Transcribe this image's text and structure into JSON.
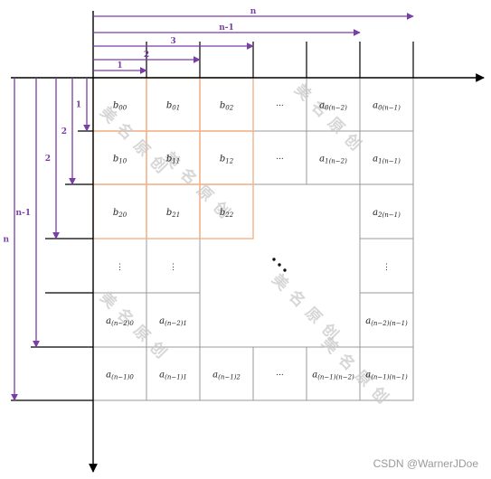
{
  "watermark": "CSDN @WarnerJDoe",
  "colors": {
    "dimension": "#7a3fa6",
    "highlight": "#f2b28c",
    "grid": "#999999",
    "axis": "#000000"
  },
  "top_dims": [
    "1",
    "2",
    "3",
    "n-1",
    "n"
  ],
  "left_dims": [
    "1",
    "2",
    "2",
    "n-1",
    "n"
  ],
  "stamp_text": [
    "美",
    "名",
    "原",
    "创"
  ],
  "matrix": [
    [
      {
        "m": "b",
        "s": "00"
      },
      {
        "m": "b",
        "s": "01"
      },
      {
        "m": "b",
        "s": "02"
      },
      {
        "t": "···"
      },
      {
        "m": "a",
        "s": "0(n−2)"
      },
      {
        "m": "a",
        "s": "0(n−1)"
      }
    ],
    [
      {
        "m": "b",
        "s": "10"
      },
      {
        "m": "b",
        "s": "11"
      },
      {
        "m": "b",
        "s": "12"
      },
      {
        "t": "···"
      },
      {
        "m": "a",
        "s": "1(n−2)"
      },
      {
        "m": "a",
        "s": "1(n−1)"
      }
    ],
    [
      {
        "m": "b",
        "s": "20"
      },
      {
        "m": "b",
        "s": "21"
      },
      {
        "m": "b",
        "s": "22"
      },
      null,
      null,
      {
        "m": "a",
        "s": "2(n−1)"
      }
    ],
    [
      {
        "t": "⋮"
      },
      {
        "t": "⋮"
      },
      null,
      null,
      null,
      {
        "t": "⋮"
      }
    ],
    [
      {
        "m": "a",
        "s": "(n−2)0"
      },
      {
        "m": "a",
        "s": "(n−2)1"
      },
      null,
      null,
      null,
      {
        "m": "a",
        "s": "(n−2)(n−1)"
      }
    ],
    [
      {
        "m": "a",
        "s": "(n−1)0"
      },
      {
        "m": "a",
        "s": "(n−1)1"
      },
      {
        "m": "a",
        "s": "(n−1)2"
      },
      {
        "t": "···"
      },
      {
        "m": "a",
        "s": "(n−1)(n−2)"
      },
      {
        "m": "a",
        "s": "(n−1)(n−1)"
      }
    ]
  ]
}
